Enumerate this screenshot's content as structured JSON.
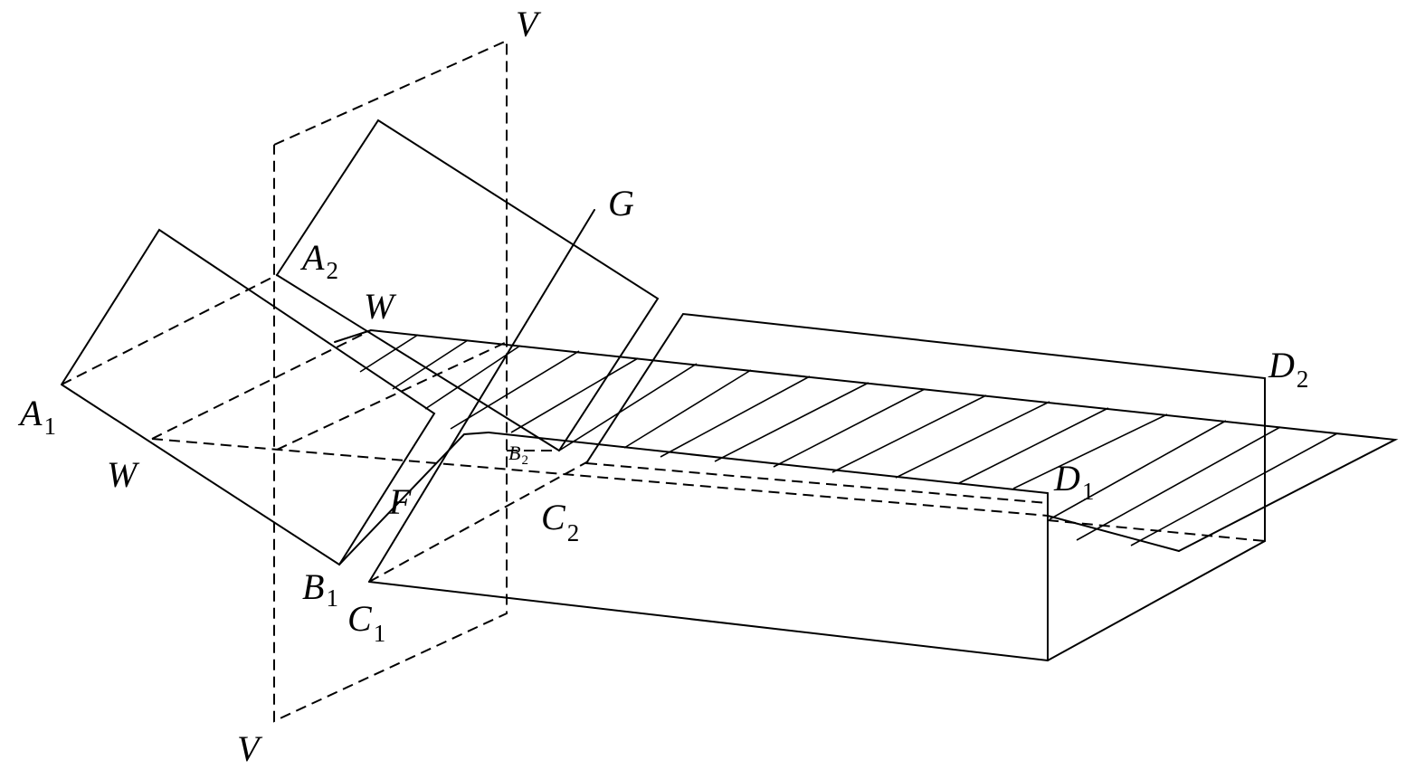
{
  "diagram": {
    "labels": {
      "V_top": {
        "letter": "V",
        "index": ""
      },
      "V_bottom": {
        "letter": "V",
        "index": ""
      },
      "G": {
        "letter": "G",
        "index": ""
      },
      "A2": {
        "letter": "A",
        "index": "2"
      },
      "W_upper": {
        "letter": "W",
        "index": ""
      },
      "A1": {
        "letter": "A",
        "index": "1"
      },
      "W_lower": {
        "letter": "W",
        "index": ""
      },
      "F": {
        "letter": "F",
        "index": ""
      },
      "B2": {
        "letter": "B",
        "index": "2"
      },
      "C2": {
        "letter": "C",
        "index": "2"
      },
      "B1": {
        "letter": "B",
        "index": "1"
      },
      "C1": {
        "letter": "C",
        "index": "1"
      },
      "D1": {
        "letter": "D",
        "index": "1"
      },
      "D2": {
        "letter": "D",
        "index": "2"
      }
    }
  }
}
